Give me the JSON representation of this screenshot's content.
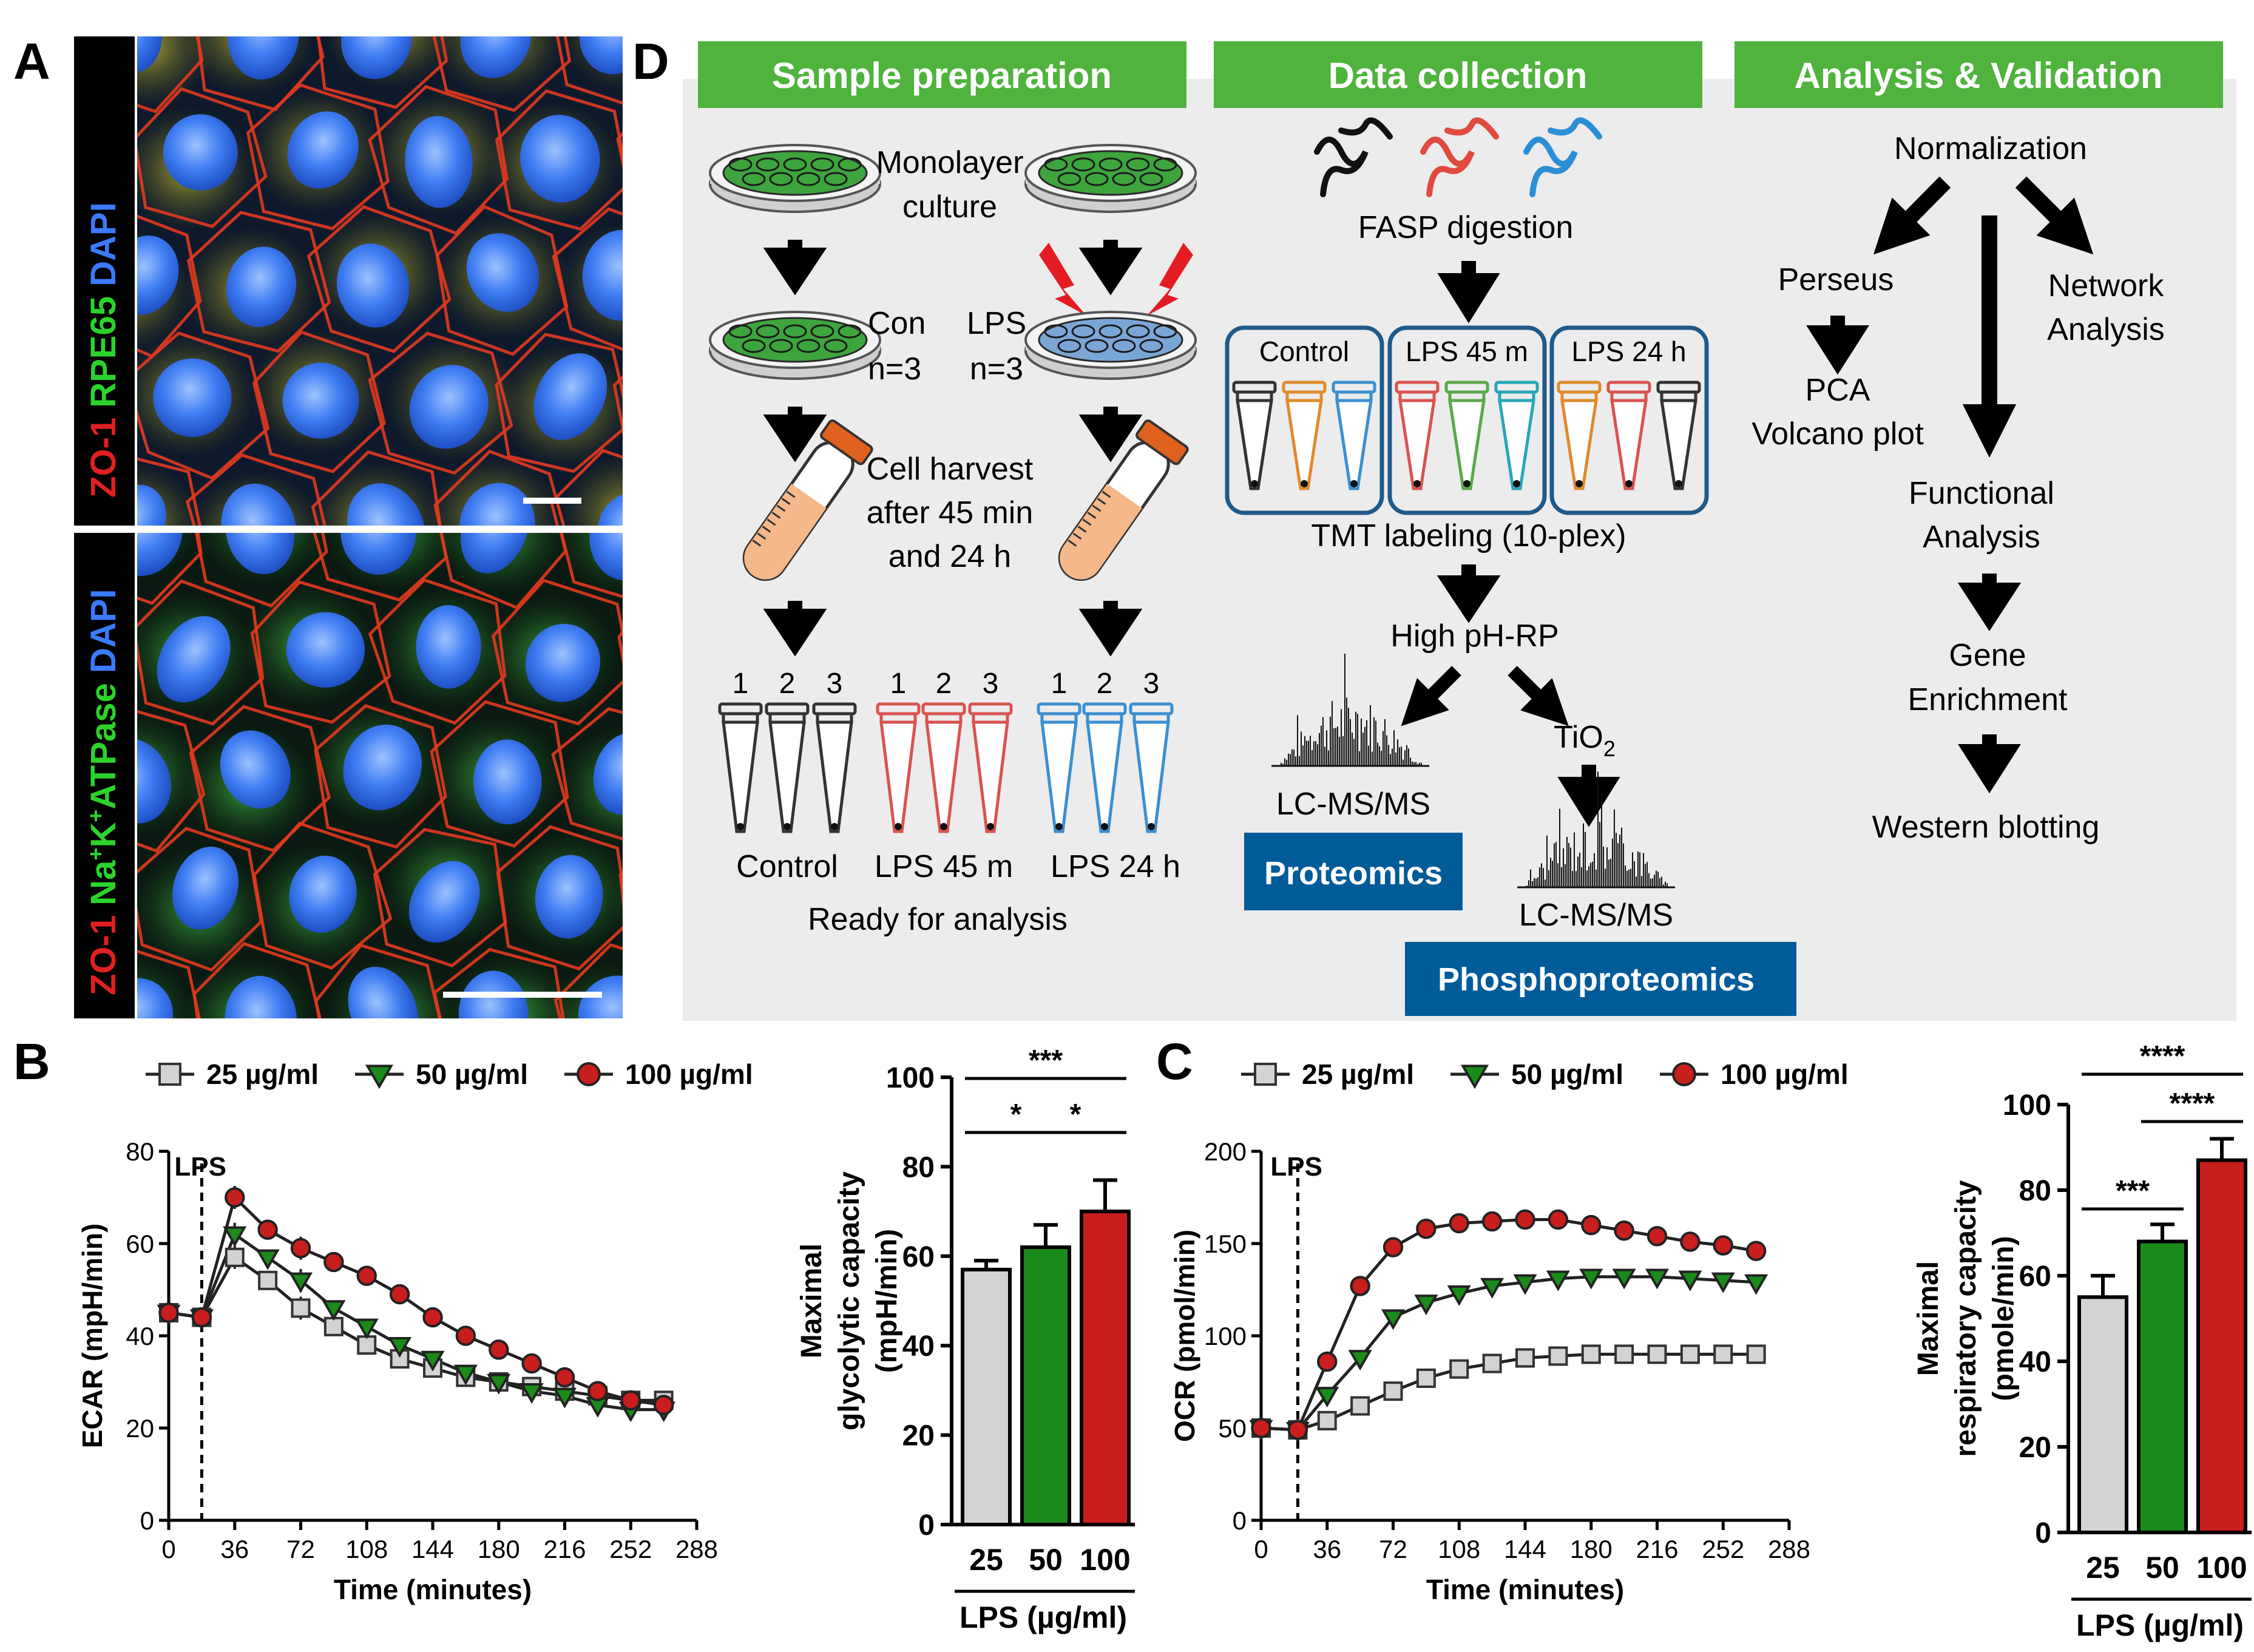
{
  "panels": {
    "A": "A",
    "B": "B",
    "C": "C",
    "D": "D"
  },
  "panel_a": {
    "top_label": [
      {
        "t": "ZO-1",
        "c": "#e02020"
      },
      {
        "t": " RPE65",
        "c": "#2bd42b"
      },
      {
        "t": " DAPI",
        "c": "#3a7bff"
      }
    ],
    "bottom_label": [
      {
        "t": "ZO-1",
        "c": "#e02020"
      },
      {
        "t": " Na",
        "c": "#2bd42b"
      },
      {
        "t": "+",
        "c": "#2bd42b",
        "sup": true
      },
      {
        "t": "K",
        "c": "#2bd42b"
      },
      {
        "t": "+",
        "c": "#2bd42b",
        "sup": true
      },
      {
        "t": "ATPase",
        "c": "#2bd42b"
      },
      {
        "t": " DAPI",
        "c": "#3a7bff"
      }
    ]
  },
  "panel_d": {
    "headers": [
      "Sample preparation",
      "Data collection",
      "Analysis & Validation"
    ],
    "sample": {
      "monolayer": [
        "Monolayer",
        "culture"
      ],
      "con": [
        "Con",
        "n=3"
      ],
      "lps": [
        "LPS",
        "n=3"
      ],
      "harvest": [
        "Cell harvest",
        "after 45 min",
        "and 24 h"
      ],
      "tube_numbers": [
        "1",
        "2",
        "3"
      ],
      "groups": [
        "Control",
        "LPS 45 m",
        "LPS 24 h"
      ],
      "ready": "Ready for analysis"
    },
    "collection": {
      "fasp": "FASP digestion",
      "boxes": [
        "Control",
        "LPS 45 m",
        "LPS 24 h"
      ],
      "tmt": "TMT labeling (10-plex)",
      "hprp": "High pH-RP",
      "tio2": "TiO",
      "tio2_sub": "2",
      "lcms": "LC-MS/MS",
      "proteomics": "Proteomics",
      "phospho": "Phosphoproteomics"
    },
    "analysis": {
      "normalization": "Normalization",
      "perseus": "Perseus",
      "network": [
        "Network",
        "Analysis"
      ],
      "pca": [
        "PCA",
        "Volcano plot"
      ],
      "functional": [
        "Functional",
        "Analysis"
      ],
      "gene": [
        "Gene",
        "Enrichment"
      ],
      "western": "Western blotting"
    }
  },
  "legend_items": [
    "25 µg/ml",
    "50 µg/ml",
    "100 µg/ml"
  ],
  "colors": {
    "c25": "#d3d3d3",
    "c50": "#1a8a1a",
    "c100": "#c81e1e",
    "green_header": "#4fb33e",
    "blue_box": "#005b99",
    "panel_bg": "#ececec"
  },
  "chart_data": [
    {
      "id": "ecar",
      "type": "line",
      "ylabel": "ECAR (mpH/min)",
      "xlabel": "Time (minutes)",
      "ylim": [
        0,
        80
      ],
      "yticks": [
        0,
        20,
        40,
        60,
        80
      ],
      "xlim": [
        0,
        288
      ],
      "xticks": [
        0,
        36,
        72,
        108,
        144,
        180,
        216,
        252,
        288
      ],
      "annotation": "LPS",
      "annotation_x": 18,
      "x": [
        0,
        18,
        36,
        54,
        72,
        90,
        108,
        126,
        144,
        162,
        180,
        198,
        216,
        234,
        252,
        270
      ],
      "series": [
        {
          "name": "25 µg/ml",
          "values": [
            45,
            44,
            57,
            52,
            46,
            42,
            38,
            35,
            33,
            31,
            30,
            29,
            28,
            27,
            26,
            26
          ]
        },
        {
          "name": "50 µg/ml",
          "values": [
            45,
            44,
            62,
            57,
            52,
            46,
            42,
            38,
            35,
            32,
            30,
            28,
            27,
            25,
            24,
            24
          ]
        },
        {
          "name": "100 µg/ml",
          "values": [
            45,
            44,
            70,
            63,
            59,
            56,
            53,
            49,
            44,
            40,
            37,
            34,
            31,
            28,
            26,
            25
          ]
        }
      ]
    },
    {
      "id": "ecar_bar",
      "type": "bar",
      "ylabel": [
        "Maximal",
        "glycolytic capacity",
        "(mpH/min)"
      ],
      "xlabel": "LPS (µg/ml)",
      "ylim": [
        0,
        100
      ],
      "yticks": [
        0,
        20,
        40,
        60,
        80,
        100
      ],
      "categories": [
        "25",
        "50",
        "100"
      ],
      "values": [
        57,
        62,
        70
      ],
      "errors": [
        2,
        5,
        7
      ],
      "sig": [
        {
          "a": 0,
          "b": 2,
          "label": "***"
        },
        {
          "a": 0,
          "b": 1,
          "label": "*"
        },
        {
          "a": 1,
          "b": 2,
          "label": "*"
        }
      ]
    },
    {
      "id": "ocr",
      "type": "line",
      "ylabel": "OCR (pmol/min)",
      "xlabel": "Time (minutes)",
      "ylim": [
        0,
        200
      ],
      "yticks": [
        0,
        50,
        100,
        150,
        200
      ],
      "xlim": [
        0,
        288
      ],
      "xticks": [
        0,
        36,
        72,
        108,
        144,
        180,
        216,
        252,
        288
      ],
      "annotation": "LPS",
      "annotation_x": 20,
      "x": [
        0,
        20,
        36,
        54,
        72,
        90,
        108,
        126,
        144,
        162,
        180,
        198,
        216,
        234,
        252,
        270
      ],
      "series": [
        {
          "name": "25 µg/ml",
          "values": [
            50,
            49,
            54,
            62,
            70,
            77,
            82,
            85,
            88,
            89,
            90,
            90,
            90,
            90,
            90,
            90
          ]
        },
        {
          "name": "50 µg/ml",
          "values": [
            50,
            49,
            68,
            88,
            110,
            118,
            123,
            127,
            129,
            131,
            132,
            132,
            132,
            131,
            130,
            129
          ]
        },
        {
          "name": "100 µg/ml",
          "values": [
            50,
            49,
            86,
            127,
            148,
            158,
            161,
            162,
            163,
            163,
            160,
            157,
            154,
            151,
            149,
            146
          ]
        }
      ]
    },
    {
      "id": "ocr_bar",
      "type": "bar",
      "ylabel": [
        "Maximal",
        "respiratory capacity",
        "(pmole/min)"
      ],
      "xlabel": "LPS (µg/ml)",
      "ylim": [
        0,
        100
      ],
      "yticks": [
        0,
        20,
        40,
        60,
        80,
        100
      ],
      "categories": [
        "25",
        "50",
        "100"
      ],
      "values": [
        55,
        68,
        87
      ],
      "errors": [
        5,
        4,
        5
      ],
      "sig": [
        {
          "a": 0,
          "b": 2,
          "label": "****"
        },
        {
          "a": 1,
          "b": 2,
          "label": "****"
        },
        {
          "a": 0,
          "b": 1,
          "label": "***"
        }
      ]
    }
  ]
}
